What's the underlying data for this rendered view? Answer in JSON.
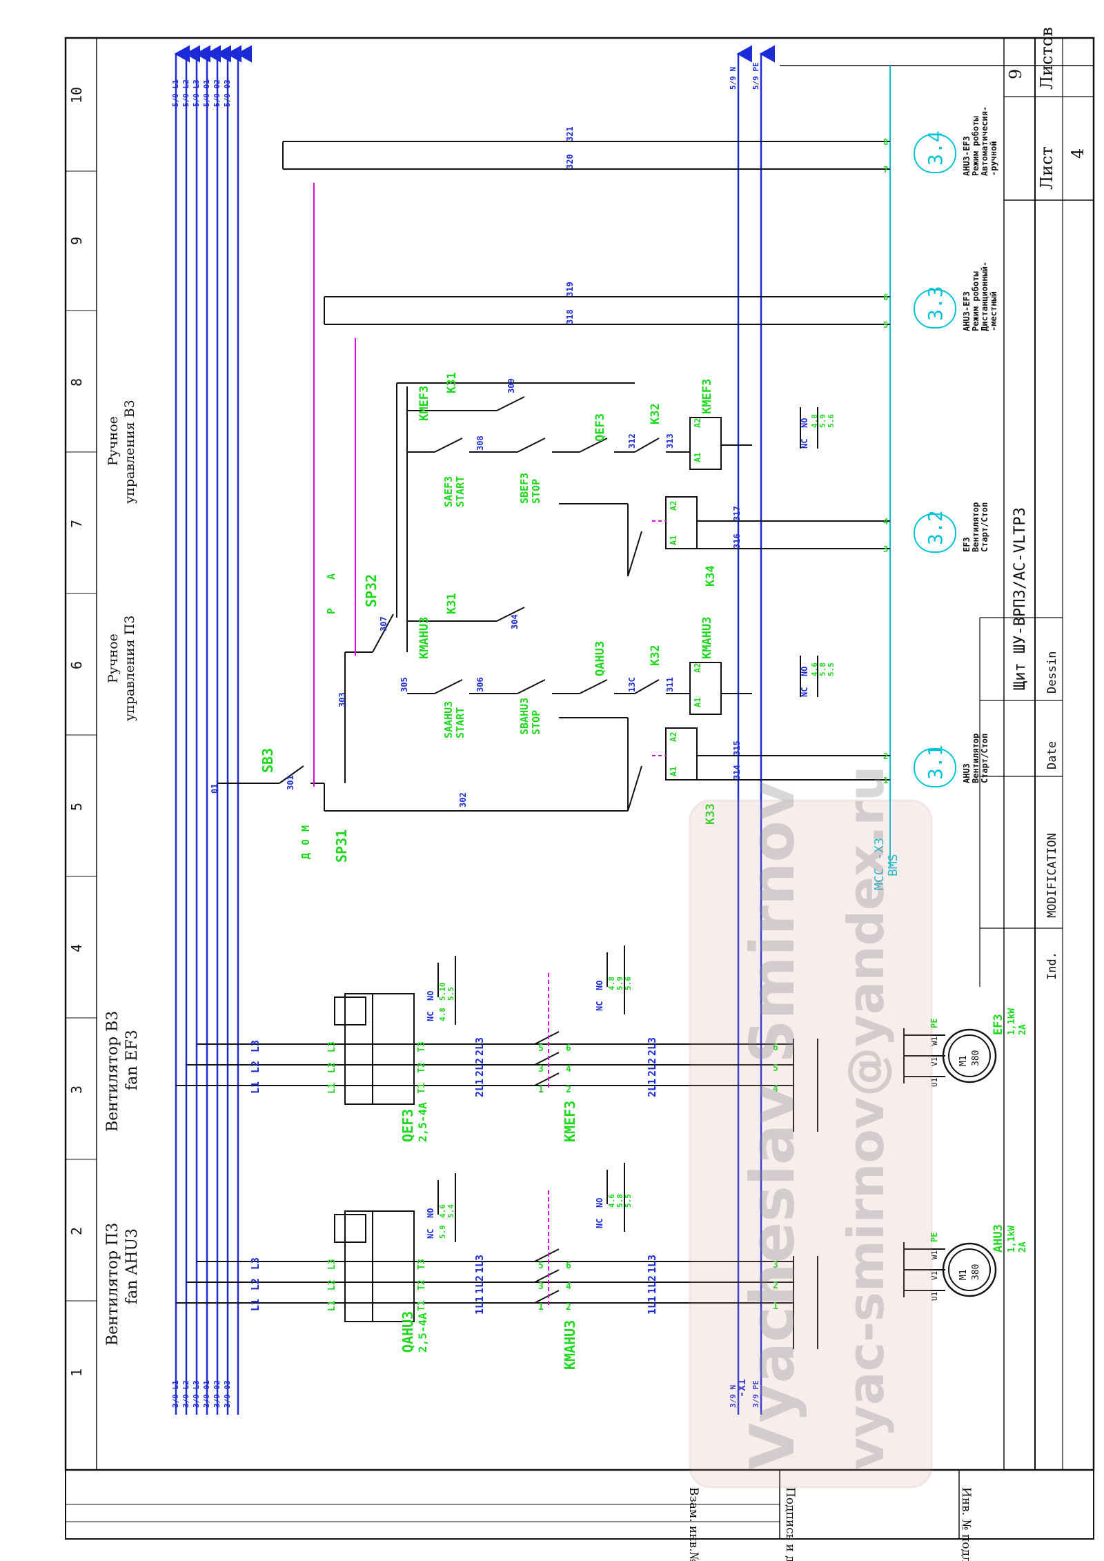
{
  "sheet": {
    "columns": [
      "1",
      "2",
      "3",
      "4",
      "5",
      "6",
      "7",
      "8",
      "9",
      "10"
    ],
    "title_block": {
      "title": "Щит ШУ-ВРП3/AC-VLTP3",
      "sheet_label": "Лист",
      "sheet_no": "4",
      "sheets_label": "Листов",
      "sheets_no": "9",
      "ind": "Ind.",
      "modification": "MODIFICATION",
      "date": "Date",
      "dessin": "Dessin"
    },
    "side_stamps": {
      "inv_podl": "Инв. № подл.",
      "podpis": "Подпись и дата",
      "vzam": "Взам. инв.№"
    }
  },
  "sections": {
    "fan_ahu": {
      "l1": "Вентилятор П3",
      "l2": "fan AHU3"
    },
    "fan_ef": {
      "l1": "Вентилятор В3",
      "l2": "fan EF3"
    },
    "man_p3": {
      "l1": "Ручное",
      "l2": "управления П3"
    },
    "man_v3": {
      "l1": "Ручное",
      "l2": "управления В3"
    }
  },
  "buses": {
    "left": [
      "3/9 L1",
      "3/9 L2",
      "3/9 L3",
      "3/9 01",
      "3/9 02",
      "3/9 03"
    ],
    "right": [
      "5/9 L1",
      "5/9 L2",
      "5/9 L3",
      "5/9 01",
      "5/9 02",
      "5/9 03"
    ],
    "n_left": "3/9 N",
    "pe_left": "3/9 PE",
    "n_right": "5/9 N",
    "pe_right": "5/9 PE"
  },
  "power": {
    "qahu3": {
      "name": "QAHU3",
      "rating": "2,5-4A"
    },
    "qef3": {
      "name": "QEF3",
      "rating": "2,5-4A"
    },
    "kmahu3": "KMAHU3",
    "kmef3": "KMEF3",
    "l_labels": [
      "L1",
      "L2",
      "L3"
    ],
    "t_labels": [
      "T1",
      "T2",
      "T3"
    ],
    "in_labels": [
      "L1",
      "L2",
      "L3"
    ],
    "ahu_wires": [
      "1L1",
      "1L2",
      "1L3"
    ],
    "ef_wires": [
      "2L1",
      "2L2",
      "2L3"
    ],
    "pole_nums": [
      "1",
      "3",
      "5",
      "2",
      "4",
      "6"
    ],
    "nc": "NC",
    "no": "NO",
    "aux_table_ahu": [
      "5.9",
      "4.6",
      "5.4"
    ],
    "aux_table_ef": [
      "4.8",
      "5.10",
      "5.5"
    ],
    "aux_table_kmahu": [
      "4.6",
      "5.8",
      "5.5"
    ],
    "aux_table_kmef": [
      "4.8",
      "5.9",
      "5.6"
    ],
    "terminals_ahu": [
      "1",
      "2",
      "3"
    ],
    "terminals_ef": [
      "4",
      "5",
      "6"
    ],
    "x1": "-X1",
    "motor_ahu": {
      "m": "M1",
      "v": "380",
      "name": "AHU3",
      "kw": "1,1kW",
      "a": "2A",
      "pe": "PE",
      "uvw": [
        "U1",
        "V1",
        "W1"
      ]
    },
    "motor_ef": {
      "m": "M1",
      "v": "380",
      "name": "EF3",
      "kw": "1,1kW",
      "a": "2A",
      "pe": "PE",
      "uvw": [
        "U1",
        "V1",
        "W1"
      ]
    }
  },
  "control": {
    "sb3": "SB3",
    "sp31": "SP31",
    "sp31_pos": [
      "Д",
      "0",
      "М"
    ],
    "sp32": "SP32",
    "sp32_pos": [
      "P",
      "A"
    ],
    "saahu3": [
      "SAAHU3",
      "START"
    ],
    "sbahu3": [
      "SBAHU3",
      "STOP"
    ],
    "saef3": [
      "SAEF3",
      "START"
    ],
    "sbef3": [
      "SBEF3",
      "STOP"
    ],
    "kmahu3_coil": "KMAHU3",
    "kmef3_coil": "KMEF3",
    "k31": "K31",
    "k32": "K32",
    "k33": "K33",
    "k34": "K34",
    "qahu3": "QAHU3",
    "qef3": "QEF3",
    "a1": "A1",
    "a2": "A2",
    "wires": [
      "01",
      "301",
      "302",
      "303",
      "304",
      "305",
      "306",
      "307",
      "308",
      "309",
      "311",
      "312",
      "313",
      "314",
      "315",
      "316",
      "317",
      "318",
      "319",
      "320",
      "321",
      "13C"
    ],
    "nc": "NC",
    "no": "NO",
    "coil_table_ahu": [
      "4.6",
      "5.8",
      "5.5"
    ],
    "coil_table_ef": [
      "4.8",
      "5.9",
      "5.6"
    ]
  },
  "bms": {
    "mcc": "MCC -X3",
    "bms": "BMS",
    "t31": {
      "num": "3.1",
      "lines": [
        "AHU3",
        "Вентилятор",
        "Старт/Стоп"
      ],
      "terms": [
        "1",
        "2"
      ]
    },
    "t32": {
      "num": "3.2",
      "lines": [
        "EF3",
        "Вентилятор",
        "Старт/Стоп"
      ],
      "terms": [
        "3",
        "4"
      ]
    },
    "t33": {
      "num": "3.3",
      "lines": [
        "AHU3-EF3",
        "Режим роботы",
        "Дистанционный-",
        "-местный"
      ],
      "terms": [
        "5",
        "6"
      ]
    },
    "t34": {
      "num": "3.4",
      "lines": [
        "AHU3-EF3",
        "Режим роботы",
        "Автоматичесия-",
        "-ручной"
      ],
      "terms": [
        "7",
        "8"
      ]
    }
  },
  "watermark": {
    "name": "Vyacheslav Smirnov",
    "email": "vyac-smirnov@yandex.ru"
  },
  "colors": {
    "bus": "#1c2bd6",
    "label": "#1ed81e",
    "cyan": "#00c3d6",
    "magenta": "#e000e0",
    "frame": "#111111"
  }
}
